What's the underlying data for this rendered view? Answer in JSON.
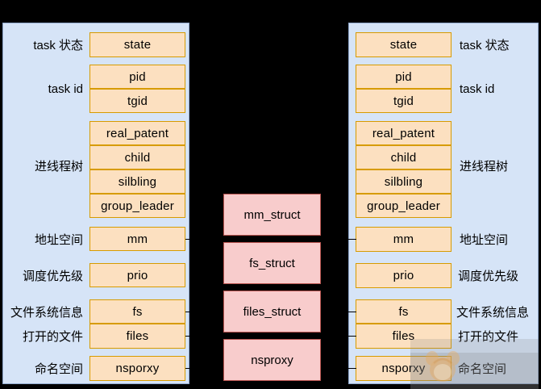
{
  "diagram": {
    "title": "task_struct fields and related structures",
    "colors": {
      "panel_bg": "#D6E4F7",
      "panel_border": "#8FA8CC",
      "field_fill": "#FCE0C0",
      "field_border": "#D79B00",
      "struct_fill": "#F8CCCC",
      "struct_border": "#B85450",
      "background": "#000000",
      "text": "#000000"
    },
    "left_panel": {
      "labels": [
        "task 状态",
        "task id",
        "进线程树",
        "地址空间",
        "调度优先级",
        "文件系统信息",
        "打开的文件",
        "命名空间"
      ],
      "fields": [
        "state",
        "pid",
        "tgid",
        "real_patent",
        "child",
        "silbling",
        "group_leader",
        "mm",
        "prio",
        "fs",
        "files",
        "nsporxy"
      ]
    },
    "right_panel": {
      "labels": [
        "task 状态",
        "task id",
        "进线程树",
        "地址空间",
        "调度优先级",
        "文件系统信息",
        "打开的文件",
        "命名空间"
      ],
      "fields": [
        "state",
        "pid",
        "tgid",
        "real_patent",
        "child",
        "silbling",
        "group_leader",
        "mm",
        "prio",
        "fs",
        "files",
        "nsporxy"
      ]
    },
    "center_structs": [
      "mm_struct",
      "fs_struct",
      "files_struct",
      "nsproxy"
    ]
  }
}
